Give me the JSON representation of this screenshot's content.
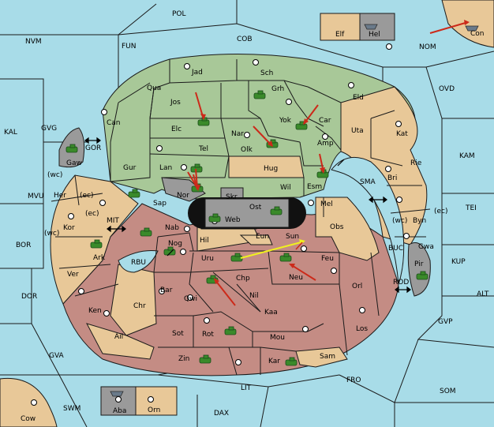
{
  "colors": {
    "sea": "#a8dce8",
    "green": "#a8c898",
    "tan": "#e8c898",
    "red": "#c48c84",
    "gray": "#9a9a9a",
    "arrow_red": "#cc2a1a",
    "arrow_yellow": "#f0f020",
    "unit": "#3a8a2a"
  },
  "labels": {
    "POL": "POL",
    "NVM": "NVM",
    "FUN": "FUN",
    "COB": "COB",
    "NOM": "NOM",
    "OVD": "OVD",
    "Con": "Con",
    "Elf": "Elf",
    "Hel": "Hel",
    "KAL": "KAL",
    "GVG": "GVG",
    "KAM": "KAM",
    "TEI": "TEI",
    "MVU": "MVU",
    "BOR": "BOR",
    "DOR": "DOR",
    "ALT": "ALT",
    "KUP": "KUP",
    "GVP": "GVP",
    "GVA": "GVA",
    "FRO": "FRO",
    "SOM": "SOM",
    "LIT": "LIT",
    "SWM": "SWM",
    "DAX": "DAX",
    "Cow": "Cow",
    "Aba": "Aba",
    "Orn": "Orn",
    "Jad": "Jad",
    "Sch": "Sch",
    "Qua": "Qua",
    "Grh": "Grh",
    "Jos": "Jos",
    "Eld": "Eld",
    "Can": "Can",
    "Yok": "Yok",
    "Car": "Car",
    "Elc": "Elc",
    "Nar": "Nar",
    "Uta": "Uta",
    "Kat": "Kat",
    "Tel": "Tel",
    "Olk": "Olk",
    "Amp": "Amp",
    "Gur": "Gur",
    "Lan": "Lan",
    "Hug": "Hug",
    "Rie": "Rie",
    "Bri": "Bri",
    "Esm": "Esm",
    "Nor": "Nor",
    "Wil": "Wil",
    "SMA": "SMA",
    "Sap": "Sap",
    "Skr": "Skr",
    "Ost": "Ost",
    "Web": "Web",
    "Mel": "Mel",
    "Byn": "Byn",
    "Nab": "Nab",
    "Eun": "Eun",
    "Obs": "Obs",
    "Hil": "Hil",
    "Sun": "Sun",
    "Gwa": "Gwa",
    "Nog": "Nog",
    "BUC": "BUC",
    "Uru": "Uru",
    "Feu": "Feu",
    "Pir": "Pir",
    "Chp": "Chp",
    "Neu": "Neu",
    "Orl": "Orl",
    "ROD": "ROD",
    "Bar": "Bar",
    "Qwi": "Qwi",
    "Nil": "Nil",
    "Kaa": "Kaa",
    "Los": "Los",
    "Sot": "Sot",
    "Rot": "Rot",
    "Mou": "Mou",
    "Zin": "Zin",
    "Kar": "Kar",
    "Sam": "Sam",
    "Ail": "Ail",
    "Chr": "Chr",
    "Ken": "Ken",
    "Ver": "Ver",
    "Ark": "Ark",
    "Kor": "Kor",
    "Her": "Her",
    "Gaw": "Gaw",
    "GOR": "GOR",
    "MIT": "MIT",
    "RBU": "RBU",
    "wc1": "(wc)",
    "ec1": "(ec)",
    "ec2": "(ec)",
    "wc2": "(wc)",
    "wc3": "(wc)",
    "ec3": "(ec)"
  }
}
